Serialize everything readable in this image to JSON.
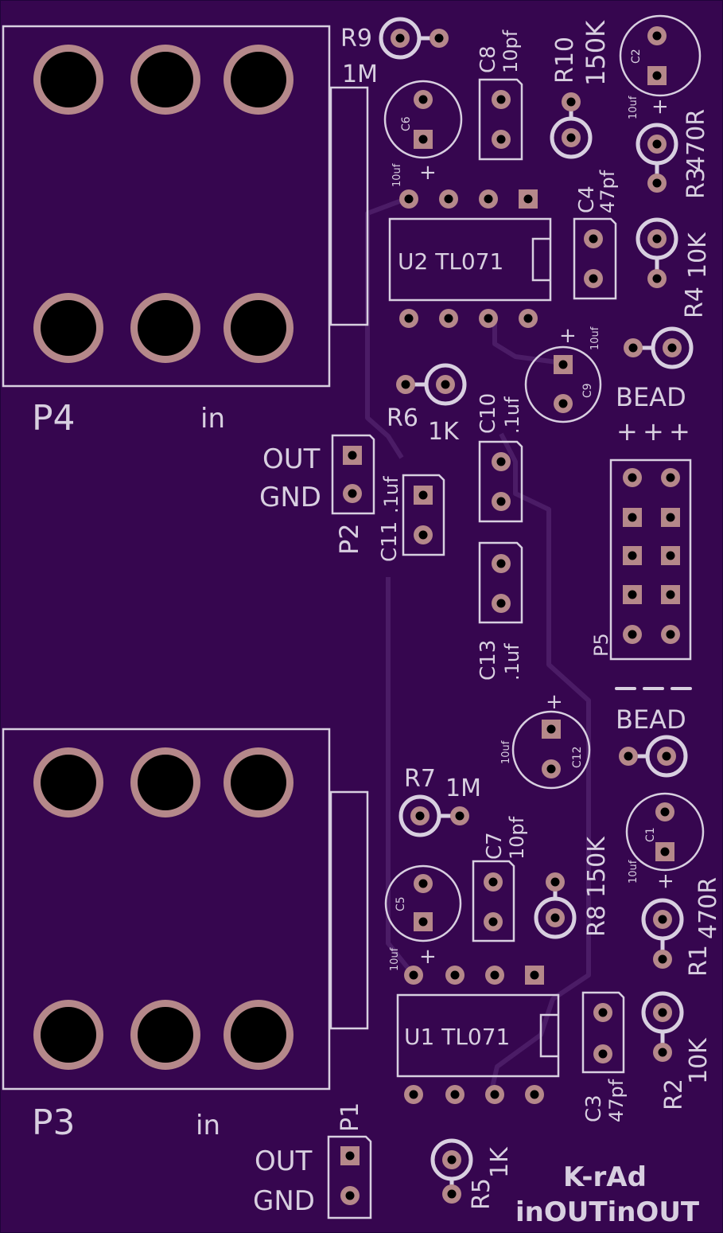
{
  "colors": {
    "board": "#36064f",
    "trace": "#4a1a63",
    "silk": "#d8cfe0",
    "copper": "#b5888a",
    "hole": "#000000"
  },
  "connectors": [
    {
      "name": "P4",
      "label": "P4",
      "sub": "in"
    },
    {
      "name": "P3",
      "label": "P3",
      "sub": "in"
    }
  ],
  "headers": [
    {
      "name": "P2",
      "label": "P2",
      "pin1": "OUT",
      "pin2": "GND"
    },
    {
      "name": "P1",
      "label": "P1",
      "pin1": "OUT",
      "pin2": "GND"
    },
    {
      "name": "P5",
      "label": "P5"
    }
  ],
  "ics": [
    {
      "ref": "U2 TL071"
    },
    {
      "ref": "U1 TL071"
    }
  ],
  "resistors": {
    "R9": "R9",
    "R9v": "1M",
    "R10": "R10",
    "R10v": "150K",
    "R3": "R3",
    "R3v": "470R",
    "R4": "R4",
    "R4v": "10K",
    "R6": "R6",
    "R6v": "1K",
    "R7": "R7",
    "R7v": "1M",
    "R8": "R8",
    "R8v": "150K",
    "R1": "R1",
    "R1v": "470R",
    "R2": "R2",
    "R2v": "10K",
    "R5": "R5",
    "R5v": "1K"
  },
  "caps": {
    "C8": "C8",
    "C8v": "10pf",
    "C2": "C2",
    "C2v": "10uf",
    "C6": "C6",
    "C6v": "10uf",
    "C4": "C4",
    "C4v": "47pf",
    "C9": "C9",
    "C9v": "10uf",
    "C10": "C10",
    "C10v": ".1uf",
    "C11": "C11",
    "C11v": ".1uf",
    "C13": "C13",
    "C13v": ".1uf",
    "C12": "C12",
    "C12v": "10uf",
    "C1": "C1",
    "C1v": "10uf",
    "C7": "C7",
    "C7v": "10pf",
    "C5": "C5",
    "C5v": "10uf",
    "C3": "C3",
    "C3v": "47pf"
  },
  "beads": {
    "top": "BEAD",
    "bottom": "BEAD"
  },
  "polarity": "+",
  "credits": {
    "line1": "K-rAd",
    "line2": "inOUTinOUT"
  }
}
